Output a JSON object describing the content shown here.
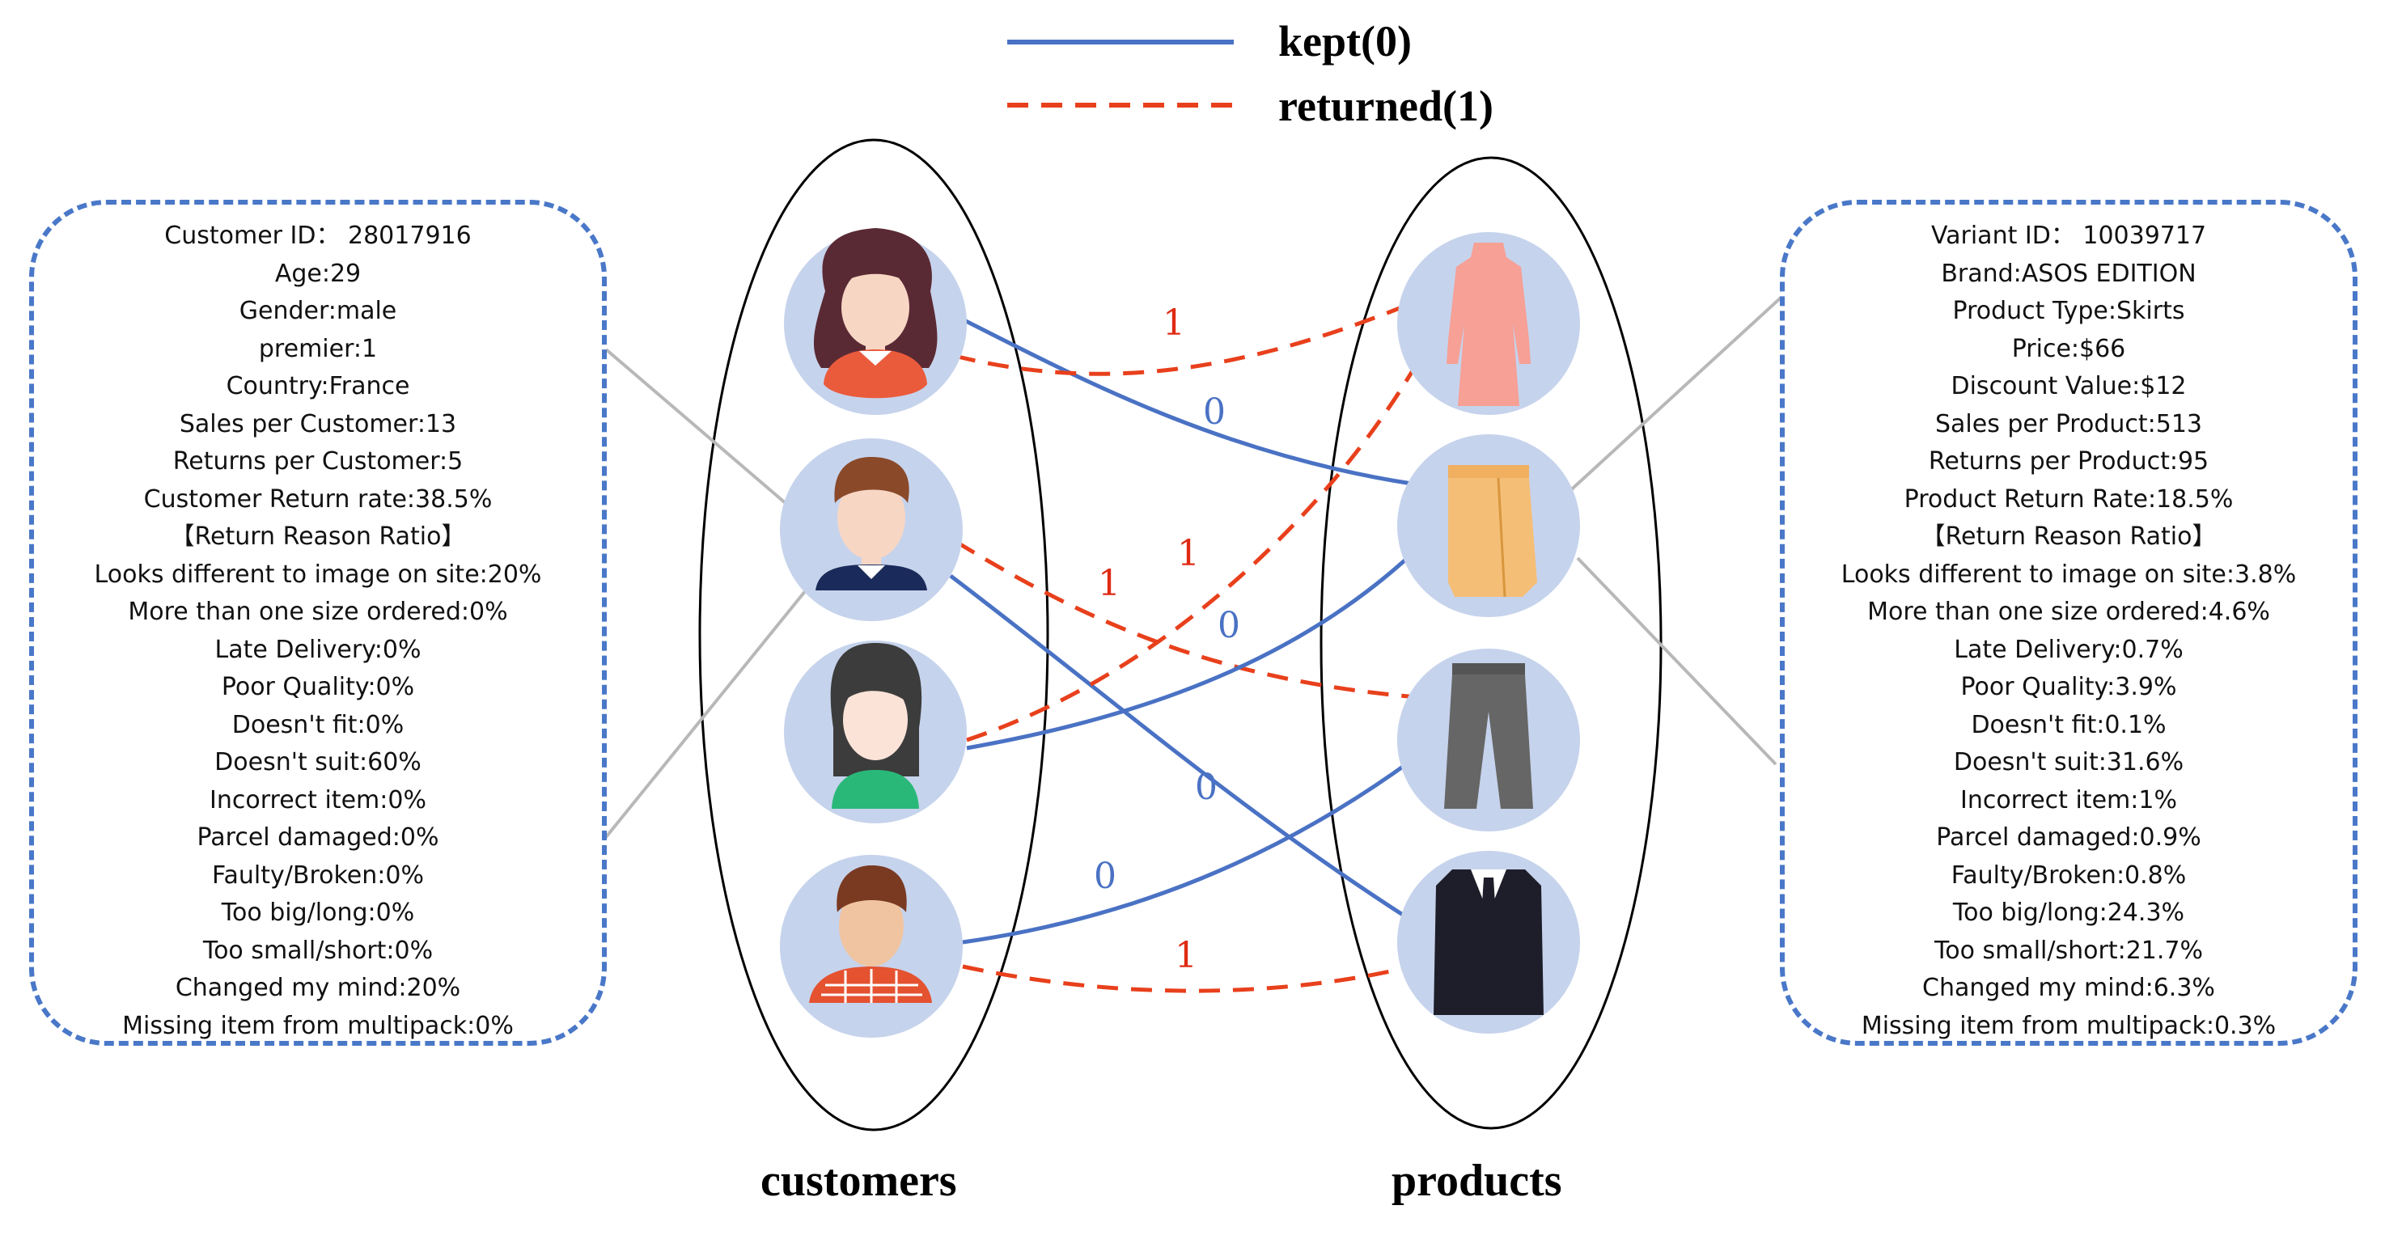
{
  "legend": {
    "kept_label": "kept(0)",
    "returned_label": "returned(1)",
    "kept_color": "#4a72c4",
    "returned_color": "#e8401c"
  },
  "groups": {
    "customers_label": "customers",
    "products_label": "products"
  },
  "customers": [
    {
      "name": "woman-long-hair",
      "icon": "woman-long-hair-avatar"
    },
    {
      "name": "man",
      "icon": "man-avatar"
    },
    {
      "name": "girl",
      "icon": "girl-avatar"
    },
    {
      "name": "man-plaid",
      "icon": "man-plaid-shirt-avatar"
    }
  ],
  "products": [
    {
      "name": "dress",
      "icon": "dress-icon"
    },
    {
      "name": "skirt",
      "icon": "skirt-icon"
    },
    {
      "name": "trousers",
      "icon": "trousers-icon"
    },
    {
      "name": "suit",
      "icon": "suit-icon"
    }
  ],
  "edges": [
    {
      "customer": 0,
      "product": 1,
      "label": "0",
      "status": "kept"
    },
    {
      "customer": 0,
      "product": 0,
      "label": "1",
      "status": "returned"
    },
    {
      "customer": 1,
      "product": 2,
      "label": "1",
      "status": "returned"
    },
    {
      "customer": 1,
      "product": 3,
      "label": "0",
      "status": "kept"
    },
    {
      "customer": 2,
      "product": 0,
      "label": "1",
      "status": "returned"
    },
    {
      "customer": 2,
      "product": 1,
      "label": "0",
      "status": "kept"
    },
    {
      "customer": 3,
      "product": 2,
      "label": "0",
      "status": "kept"
    },
    {
      "customer": 3,
      "product": 3,
      "label": "1",
      "status": "returned"
    }
  ],
  "customer_info": {
    "lines": [
      "Customer ID：  28017916",
      "Age:29",
      "Gender:male",
      "premier:1",
      "Country:France",
      "Sales per Customer:13",
      "Returns per Customer:5",
      "Customer Return rate:38.5%",
      "【Return Reason Ratio】",
      "Looks different to image on site:20%",
      "More than one size ordered:0%",
      "Late Delivery:0%",
      "Poor Quality:0%",
      "Doesn't fit:0%",
      "Doesn't suit:60%",
      "Incorrect item:0%",
      "Parcel damaged:0%",
      "Faulty/Broken:0%",
      "Too big/long:0%",
      "Too small/short:0%",
      "Changed my mind:20%",
      "Missing item from multipack:0%"
    ]
  },
  "product_info": {
    "lines": [
      "Variant ID：  10039717",
      "Brand:ASOS EDITION",
      "Product Type:Skirts",
      "Price:$66",
      "Discount Value:$12",
      "Sales per Product:513",
      "Returns per Product:95",
      "Product Return Rate:18.5%",
      "【Return Reason Ratio】",
      "Looks different to image on site:3.8%",
      "More than one size ordered:4.6%",
      "Late Delivery:0.7%",
      "Poor Quality:3.9%",
      "Doesn't fit:0.1%",
      "Doesn't suit:31.6%",
      "Incorrect item:1%",
      "Parcel damaged:0.9%",
      "Faulty/Broken:0.8%",
      "Too big/long:24.3%",
      "Too small/short:21.7%",
      "Changed my mind:6.3%",
      "Missing item from multipack:0.3%"
    ]
  }
}
